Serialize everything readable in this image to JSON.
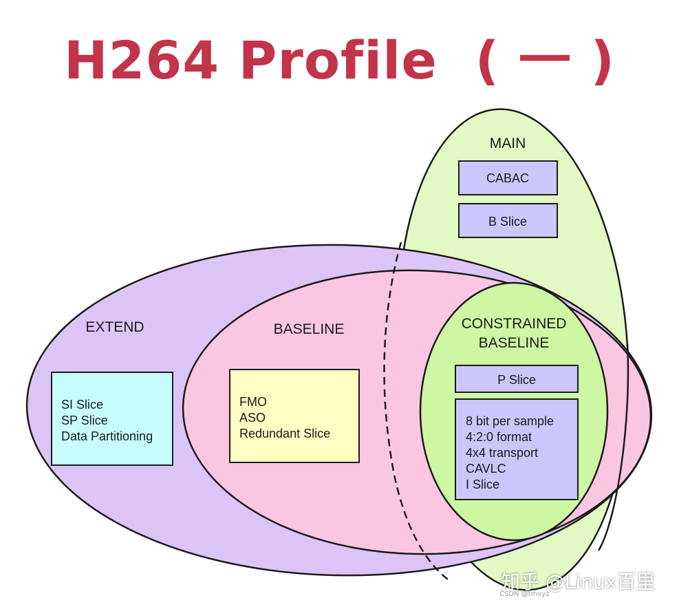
{
  "title": "H264 Profile  ( 一 )",
  "colors": {
    "title": "#c2344a",
    "main_fill": "#e2f9c3",
    "extend_fill": "#ddc4f7",
    "baseline_fill": "#fbc6e2",
    "constrained_fill": "#cdf7a3",
    "lavender_box": "#c9c7fb",
    "cyan_box": "#c7fdfd",
    "yellow_box": "#fefdc3"
  },
  "profiles": {
    "main": {
      "label": "MAIN",
      "features": [
        "CABAC",
        "B Slice"
      ]
    },
    "extend": {
      "label": "EXTEND",
      "features": [
        "SI Slice",
        "SP Slice",
        "Data Partitioning"
      ]
    },
    "baseline": {
      "label": "BASELINE",
      "features": [
        "FMO",
        "ASO",
        "Redundant Slice"
      ]
    },
    "constrained_baseline": {
      "label_lines": [
        "CONSTRAINED",
        "BASELINE"
      ],
      "p_slice": "P Slice",
      "features": [
        "8 bit per sample",
        "4:2:0 format",
        "4x4 transport",
        "CAVLC",
        "I Slice"
      ]
    }
  },
  "watermark": {
    "text": "知乎 @Linux百里",
    "sub": "CSDN @tmxyz"
  }
}
